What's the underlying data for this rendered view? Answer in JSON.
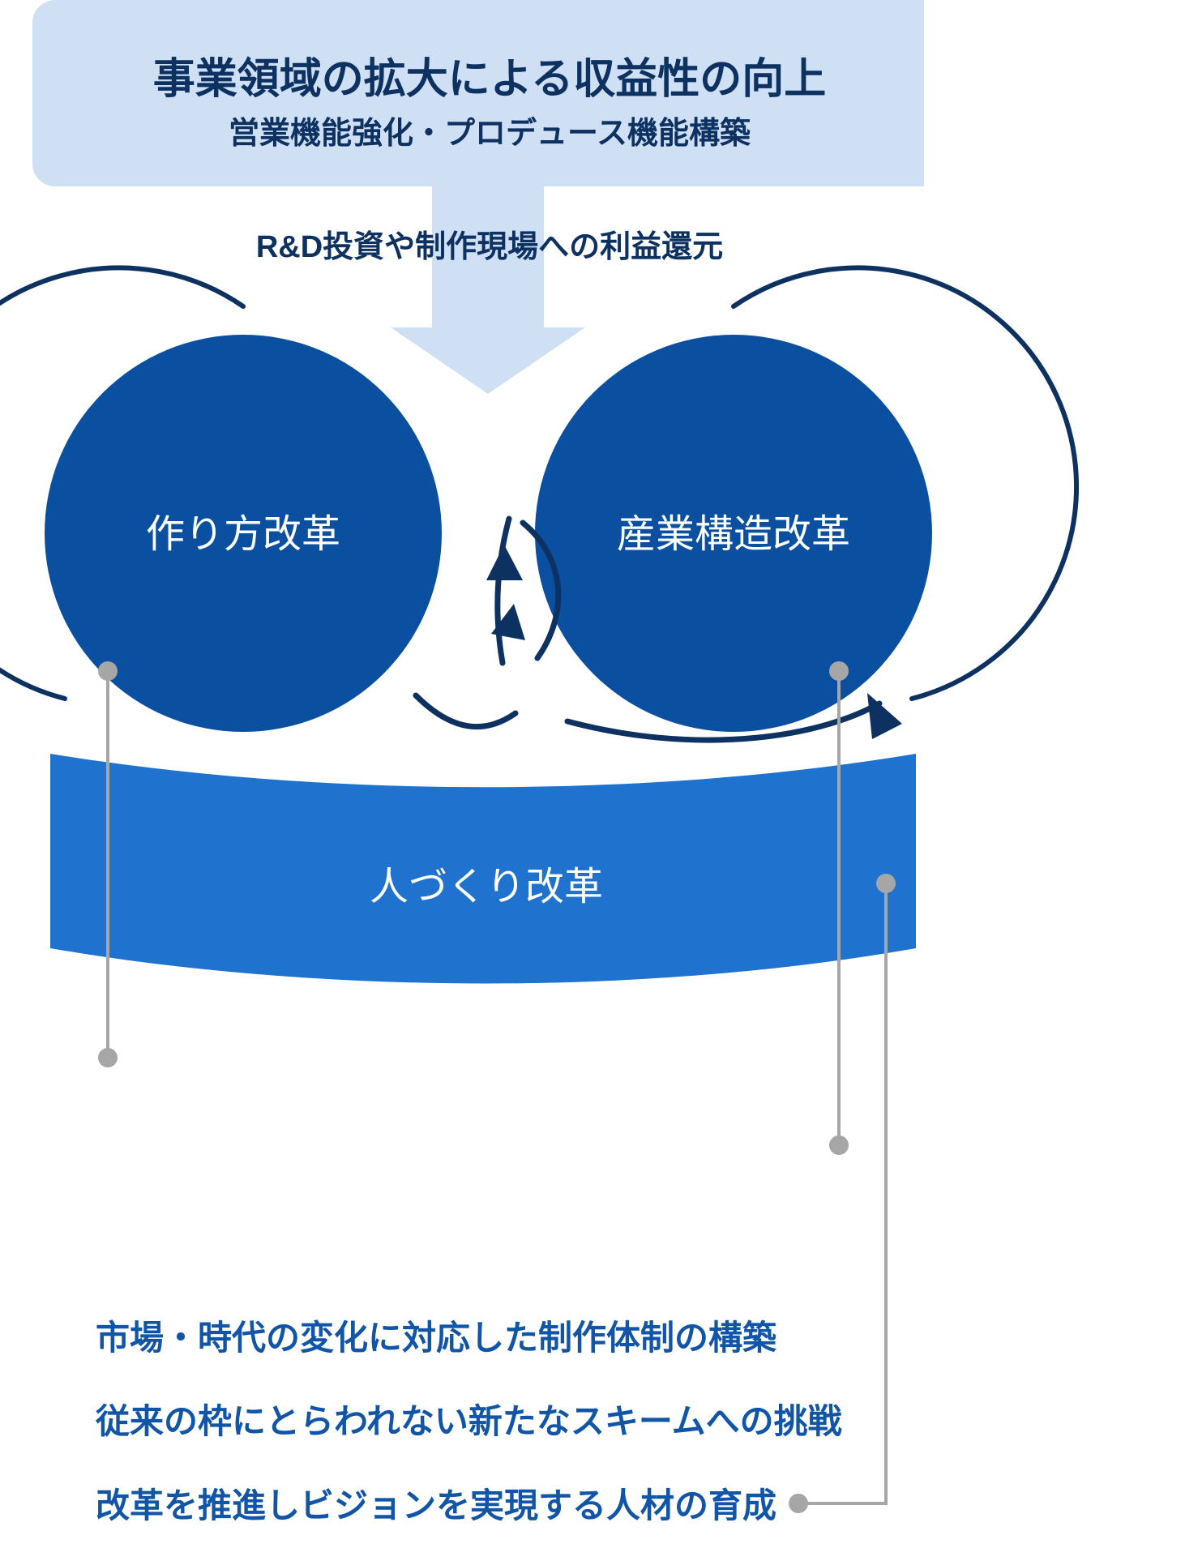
{
  "header": {
    "title_main": "事業領域の拡大による収益性の向上",
    "title_sub": "営業機能強化・プロデュース機能構築",
    "bg_color": "#cfe0f5",
    "text_color": "#0d3160"
  },
  "arrow": {
    "label": "R&D投資や制作現場への利益還元",
    "shaft_color": "#cfe0f5",
    "label_color": "#0d3160"
  },
  "circles": [
    {
      "id": "left",
      "label": "作り方改革",
      "fill": "#0b50a0",
      "ring_color": "#0d3160",
      "text_color": "#ffffff"
    },
    {
      "id": "right",
      "label": "産業構造改革",
      "fill": "#0b50a0",
      "ring_color": "#0d3160",
      "text_color": "#ffffff"
    }
  ],
  "band": {
    "label": "人づくり改革",
    "fill": "#1f73cf",
    "text_color": "#ffffff"
  },
  "callouts": [
    {
      "id": "c1",
      "text": "市場・時代の変化に対応した制作体制の構築"
    },
    {
      "id": "c2",
      "text": "従来の枠にとらわれない新たなスキームへの挑戦"
    },
    {
      "id": "c3",
      "text": "改革を推進しビジョンを実現する人材の育成"
    }
  ],
  "leader_lines": {
    "color": "#a6a6a6",
    "dot_color": "#a6a6a6"
  },
  "accents": {
    "navy_dark": "#0d3160",
    "blue_mid": "#0b50a0",
    "blue_light": "#1f73cf",
    "pale_blue": "#cfe0f5",
    "callout_text": "#1155a8"
  }
}
